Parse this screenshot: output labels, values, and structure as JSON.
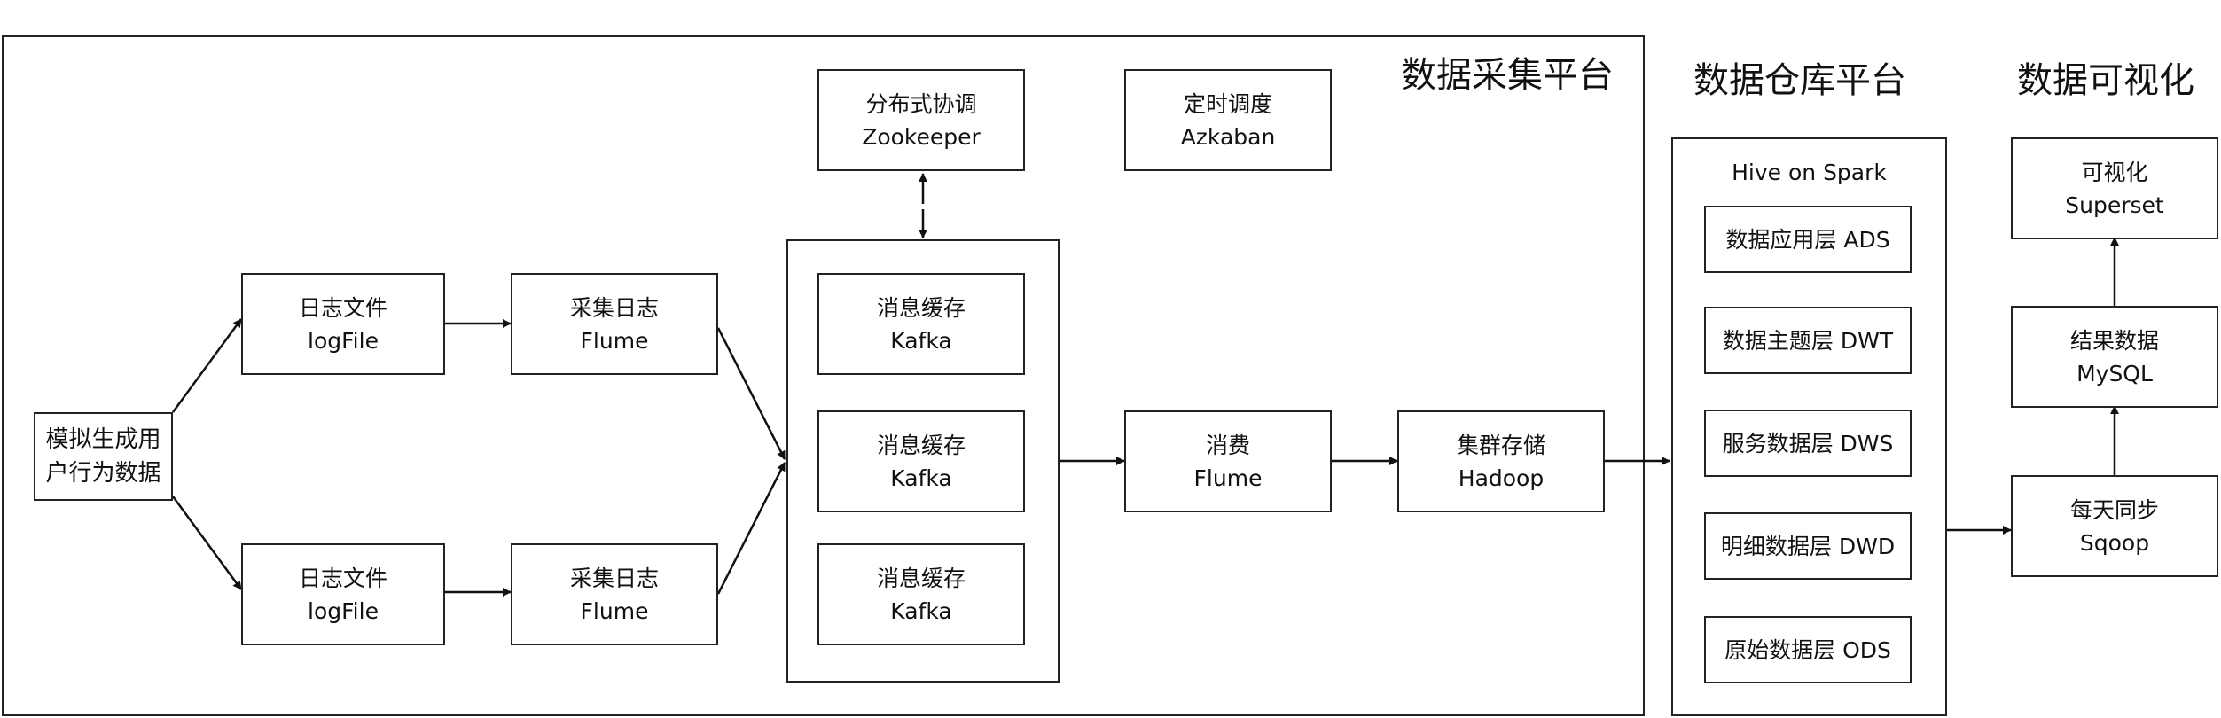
{
  "sections": {
    "collection": "数据采集平台",
    "warehouse": "数据仓库平台",
    "visualization": "数据可视化"
  },
  "nodes": {
    "simulate": {
      "line1": "模拟生成用",
      "line2": "户行为数据"
    },
    "logfile_top": {
      "line1": "日志文件",
      "line2": "logFile"
    },
    "logfile_bottom": {
      "line1": "日志文件",
      "line2": "logFile"
    },
    "collect_top": {
      "line1": "采集日志",
      "line2": "Flume"
    },
    "collect_bottom": {
      "line1": "采集日志",
      "line2": "Flume"
    },
    "zookeeper": {
      "line1": "分布式协调",
      "line2": "Zookeeper"
    },
    "azkaban": {
      "line1": "定时调度",
      "line2": "Azkaban"
    },
    "kafka1": {
      "line1": "消息缓存",
      "line2": "Kafka"
    },
    "kafka2": {
      "line1": "消息缓存",
      "line2": "Kafka"
    },
    "kafka3": {
      "line1": "消息缓存",
      "line2": "Kafka"
    },
    "consume": {
      "line1": "消费",
      "line2": "Flume"
    },
    "hadoop": {
      "line1": "集群存储",
      "line2": "Hadoop"
    },
    "hive_title": "Hive on Spark",
    "ads": "数据应用层 ADS",
    "dwt": "数据主题层 DWT",
    "dws": "服务数据层 DWS",
    "dwd": "明细数据层 DWD",
    "ods": "原始数据层 ODS",
    "sqoop": {
      "line1": "每天同步",
      "line2": "Sqoop"
    },
    "mysql": {
      "line1": "结果数据",
      "line2": "MySQL"
    },
    "superset": {
      "line1": "可视化",
      "line2": "Superset"
    }
  }
}
